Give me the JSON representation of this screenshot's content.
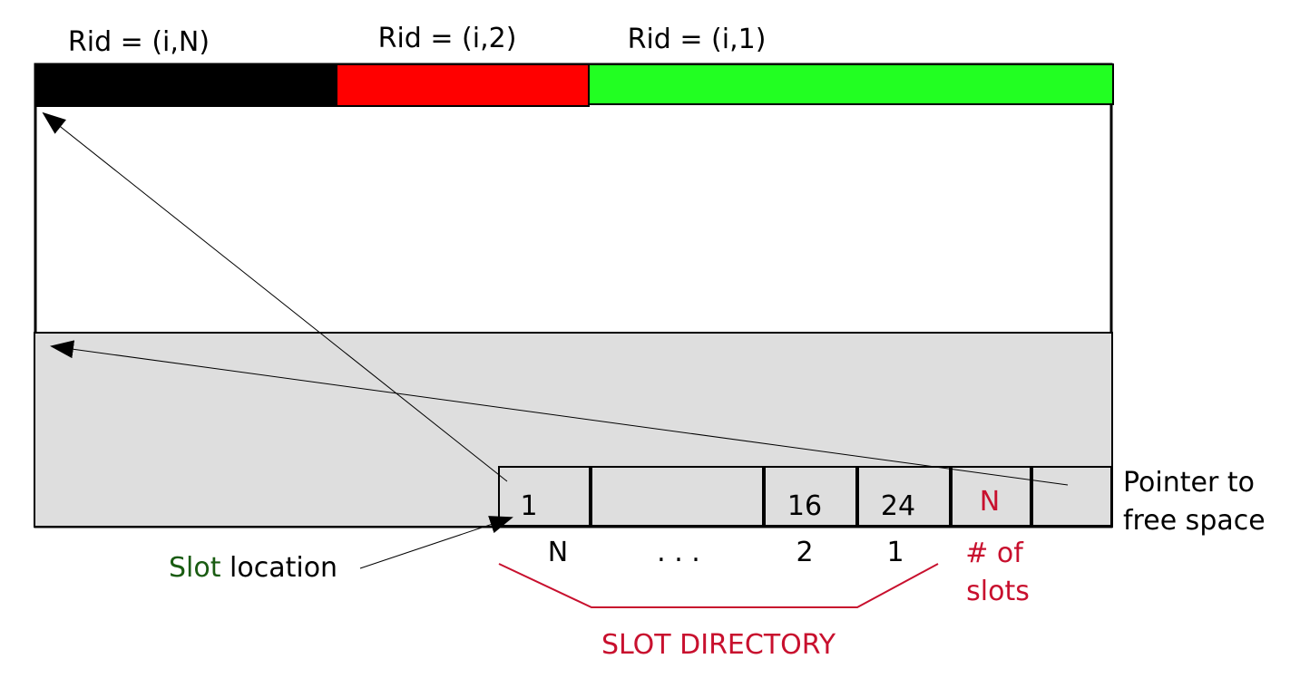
{
  "records": [
    {
      "label": "Rid = (i,N)",
      "color": "#000000"
    },
    {
      "label": "Rid = (i,2)",
      "color": "#ff0000"
    },
    {
      "label": "Rid = (i,1)",
      "color": "#22ff22"
    }
  ],
  "slot_cells": {
    "slot_n_value": "1",
    "slot_2_value": "16",
    "slot_1_value": "24",
    "num_slots_value": "N"
  },
  "slot_indices": {
    "n": "N",
    "ellipsis": ". . .",
    "two": "2",
    "one": "1"
  },
  "labels": {
    "num_slots_line1": "# of",
    "num_slots_line2": "slots",
    "pointer_line1": "Pointer to",
    "pointer_line2": "free space",
    "slot_word": "Slot",
    "location_word": " location",
    "slot_directory": "SLOT DIRECTORY"
  },
  "colors": {
    "free_space": "#dedede",
    "accent_red": "#c8102e",
    "slot_green": "#1a5c12"
  }
}
